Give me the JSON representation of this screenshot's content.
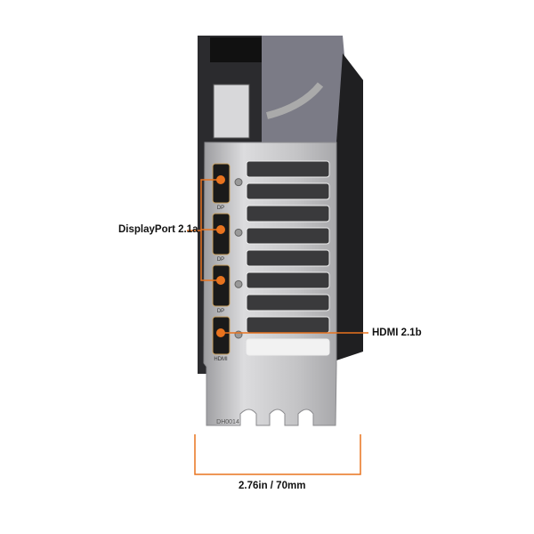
{
  "labels": {
    "displayport": "DisplayPort 2.1a",
    "hdmi": "HDMI 2.1b",
    "width": "2.76in / 70mm"
  },
  "bracket_marks": {
    "port_dp": "DP",
    "port_hdmi": "HDMI",
    "code": "DH0014"
  },
  "colors": {
    "accent": "#e8731e",
    "bracket": "#c9c9cb",
    "body": "#2a2a2c"
  }
}
